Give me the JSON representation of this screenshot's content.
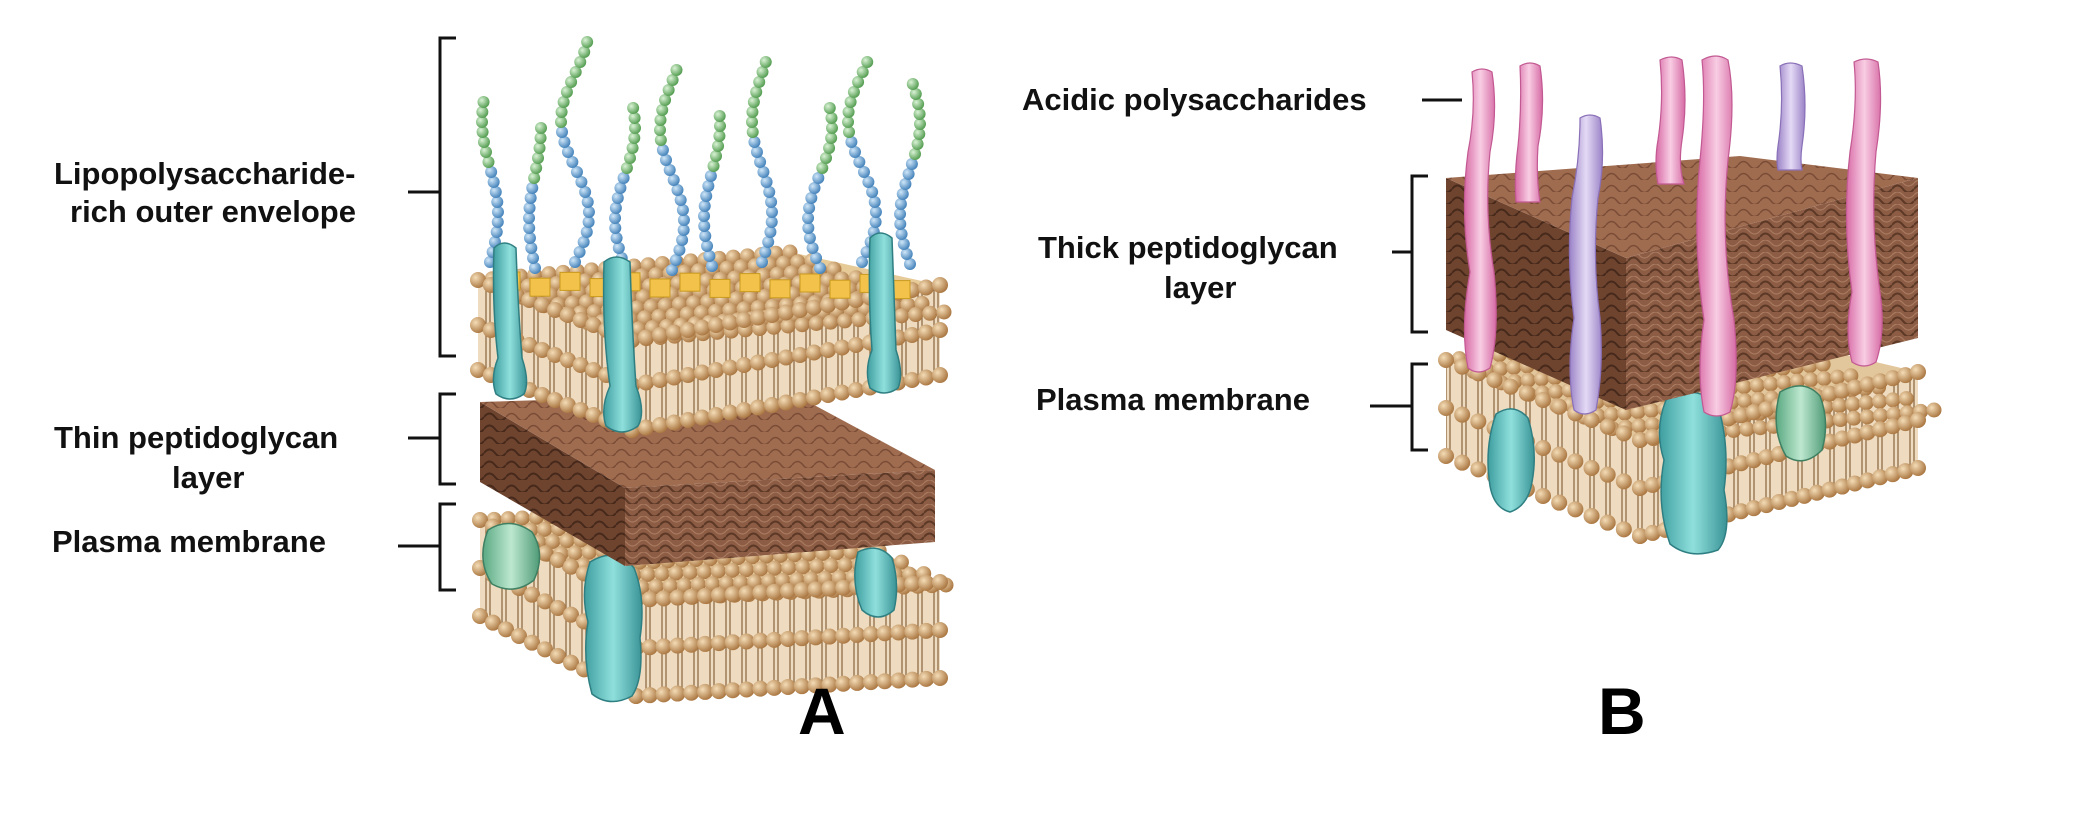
{
  "panel_a": {
    "letter": "A",
    "labels": {
      "outer_envelope_line1": "Lipopolysaccharide-",
      "outer_envelope_line2": "rich outer envelope",
      "thin_pg_line1": "Thin peptidoglycan",
      "thin_pg_line2": "layer",
      "plasma_membrane": "Plasma membrane"
    }
  },
  "panel_b": {
    "letter": "B",
    "labels": {
      "acidic_polysaccharides": "Acidic polysaccharides",
      "thick_pg_line1": "Thick peptidoglycan",
      "thick_pg_line2": "layer",
      "plasma_membrane": "Plasma membrane"
    }
  },
  "colors": {
    "lipid_head": "#c8955a",
    "lipid_tail": "#e9d3b3",
    "peptidoglycan": "#8c5c44",
    "protein": "#5fb9b9",
    "lps_core": "#f2c24a",
    "chain_blue": "#5b9fd4",
    "chain_green": "#7cc47a",
    "polysaccharide_pink": "#e99ac5",
    "polysaccharide_violet": "#b7a0d8"
  }
}
